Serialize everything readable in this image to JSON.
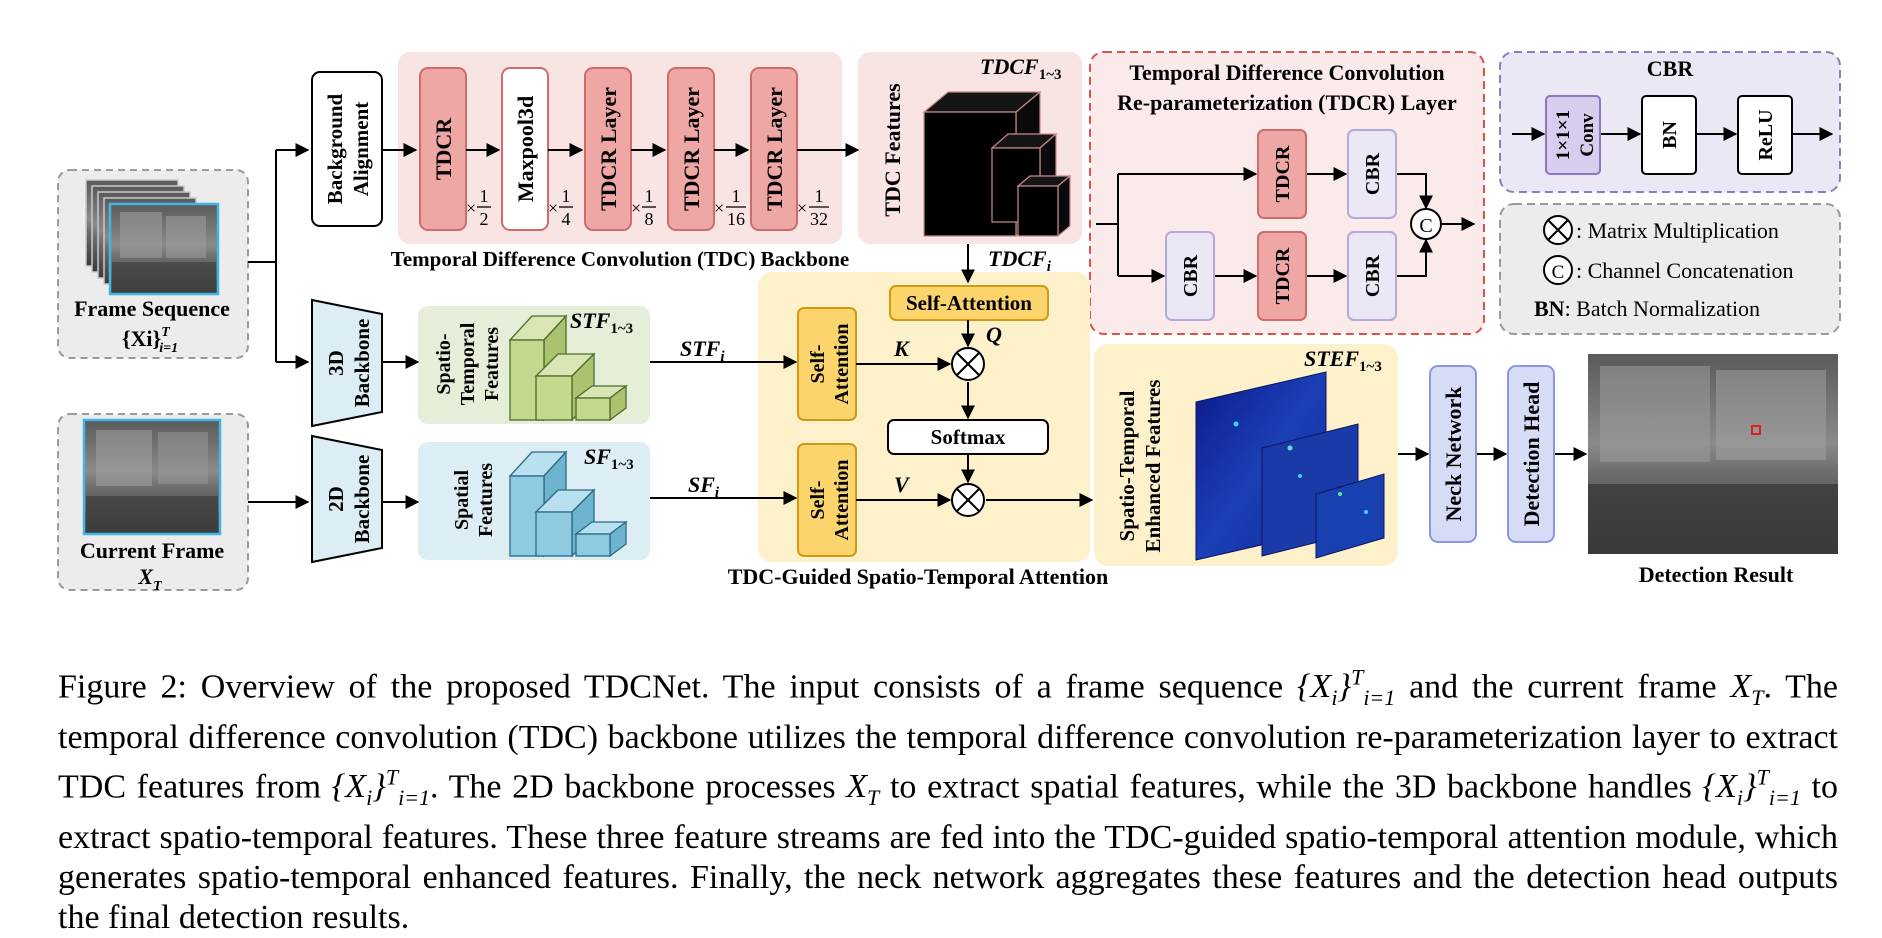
{
  "inputs": {
    "frame_sequence": {
      "label": "Frame Sequence",
      "math": "{Xi}",
      "sup": "T",
      "sub": "i=1"
    },
    "current_frame": {
      "label": "Current Frame",
      "math": "X",
      "sub": "T"
    }
  },
  "modules": {
    "background_alignment": "Background Alignment",
    "backbone_3d": "3D Backbone",
    "backbone_2d": "2D Backbone",
    "tdcr": "TDCR",
    "maxpool": "Maxpool3d",
    "tdcr_layer": "TDCR Layer",
    "tdc_backbone_caption": "Temporal Difference Convolution (TDC) Backbone",
    "tdc_features": "TDC Features",
    "tdcf_label": "TDCF",
    "tdcf_range": "1~3",
    "tdcf_i": "TDCF",
    "spatio_temporal_features": [
      "Spatio-",
      "Temporal",
      "Features"
    ],
    "stf_label": "STF",
    "stf_range": "1~3",
    "stf_i": "STF",
    "spatial_features": [
      "Spatial",
      "Features"
    ],
    "sf_label": "SF",
    "sf_range": "1~3",
    "sf_i": "SF",
    "i_sub": "i",
    "self_attention": "Self-Attention",
    "self_attention_split": [
      "Self-",
      "Attention"
    ],
    "softmax": "Softmax",
    "q": "Q",
    "k": "K",
    "v": "V",
    "attention_caption": "TDC-Guided Spatio-Temporal Attention",
    "stef_features": [
      "Spatio-Temporal",
      "Enhanced Features"
    ],
    "stef_label": "STEF",
    "stef_range": "1~3",
    "neck": "Neck Network",
    "head": "Detection Head",
    "result": "Detection Result"
  },
  "scales": [
    {
      "x": "×",
      "num": "1",
      "den": "2"
    },
    {
      "x": "×",
      "num": "1",
      "den": "4"
    },
    {
      "x": "×",
      "num": "1",
      "den": "8"
    },
    {
      "x": "×",
      "num": "1",
      "den": "16"
    },
    {
      "x": "×",
      "num": "1",
      "den": "32"
    }
  ],
  "tdcr_panel": {
    "title_line1": "Temporal Difference Convolution",
    "title_line2": "Re-parameterization (TDCR) Layer",
    "tdcr": "TDCR",
    "cbr": "CBR",
    "concat_symbol": "C"
  },
  "cbr_panel": {
    "title": "CBR",
    "conv": [
      "1×1×1",
      "Conv"
    ],
    "bn": "BN",
    "relu": "ReLU"
  },
  "legend": {
    "matrix_symbol": "⊗",
    "matrix": ": Matrix Multiplication",
    "concat_symbol": "C",
    "concat": ": Channel Concatenation",
    "bn_key": "BN",
    "bn": ": Batch Normalization"
  },
  "colors": {
    "tdc_bg": "#f9e4e4",
    "tdcr_box": "#eea7a4",
    "tdcr_border": "#cf6b68",
    "spatio_bg": "#e4eed8",
    "spatio_cube": "#c2d98e",
    "spatial_bg": "#dcedf3",
    "spatial_cube": "#8fcbe0",
    "attention_bg": "#fdf1cc",
    "attention_box": "#fbd46b",
    "attention_border": "#d19a12",
    "cbr_bg": "#ece7f5",
    "purple_box": "#d9cdee",
    "neck_box": "#d7dcf6",
    "neck_border": "#8e97de",
    "gray_bg": "#ececec"
  },
  "caption": {
    "p1": "Figure 2: Overview of the proposed TDCNet. The input consists of a frame sequence",
    "p2": "and the current frame",
    "p3": ". The temporal difference convolution (TDC) backbone utilizes the temporal difference convolution re-parameterization layer to extract TDC features from",
    "p4": ". The 2D backbone processes",
    "p5": "to extract spatial features, while the 3D backbone handles",
    "p6": "to extract spatio-temporal features. These three feature streams are fed into the TDC-guided spatio-temporal attention module, which generates spatio-temporal enhanced features. Finally, the neck network aggregates these features and the detection head outputs the final detection results.",
    "seq_math": "{X",
    "seq_i": "i",
    "seq_close": "}",
    "seq_sup": "T",
    "seq_sub": "i=1",
    "cur_math": "X",
    "cur_sub": "T"
  }
}
